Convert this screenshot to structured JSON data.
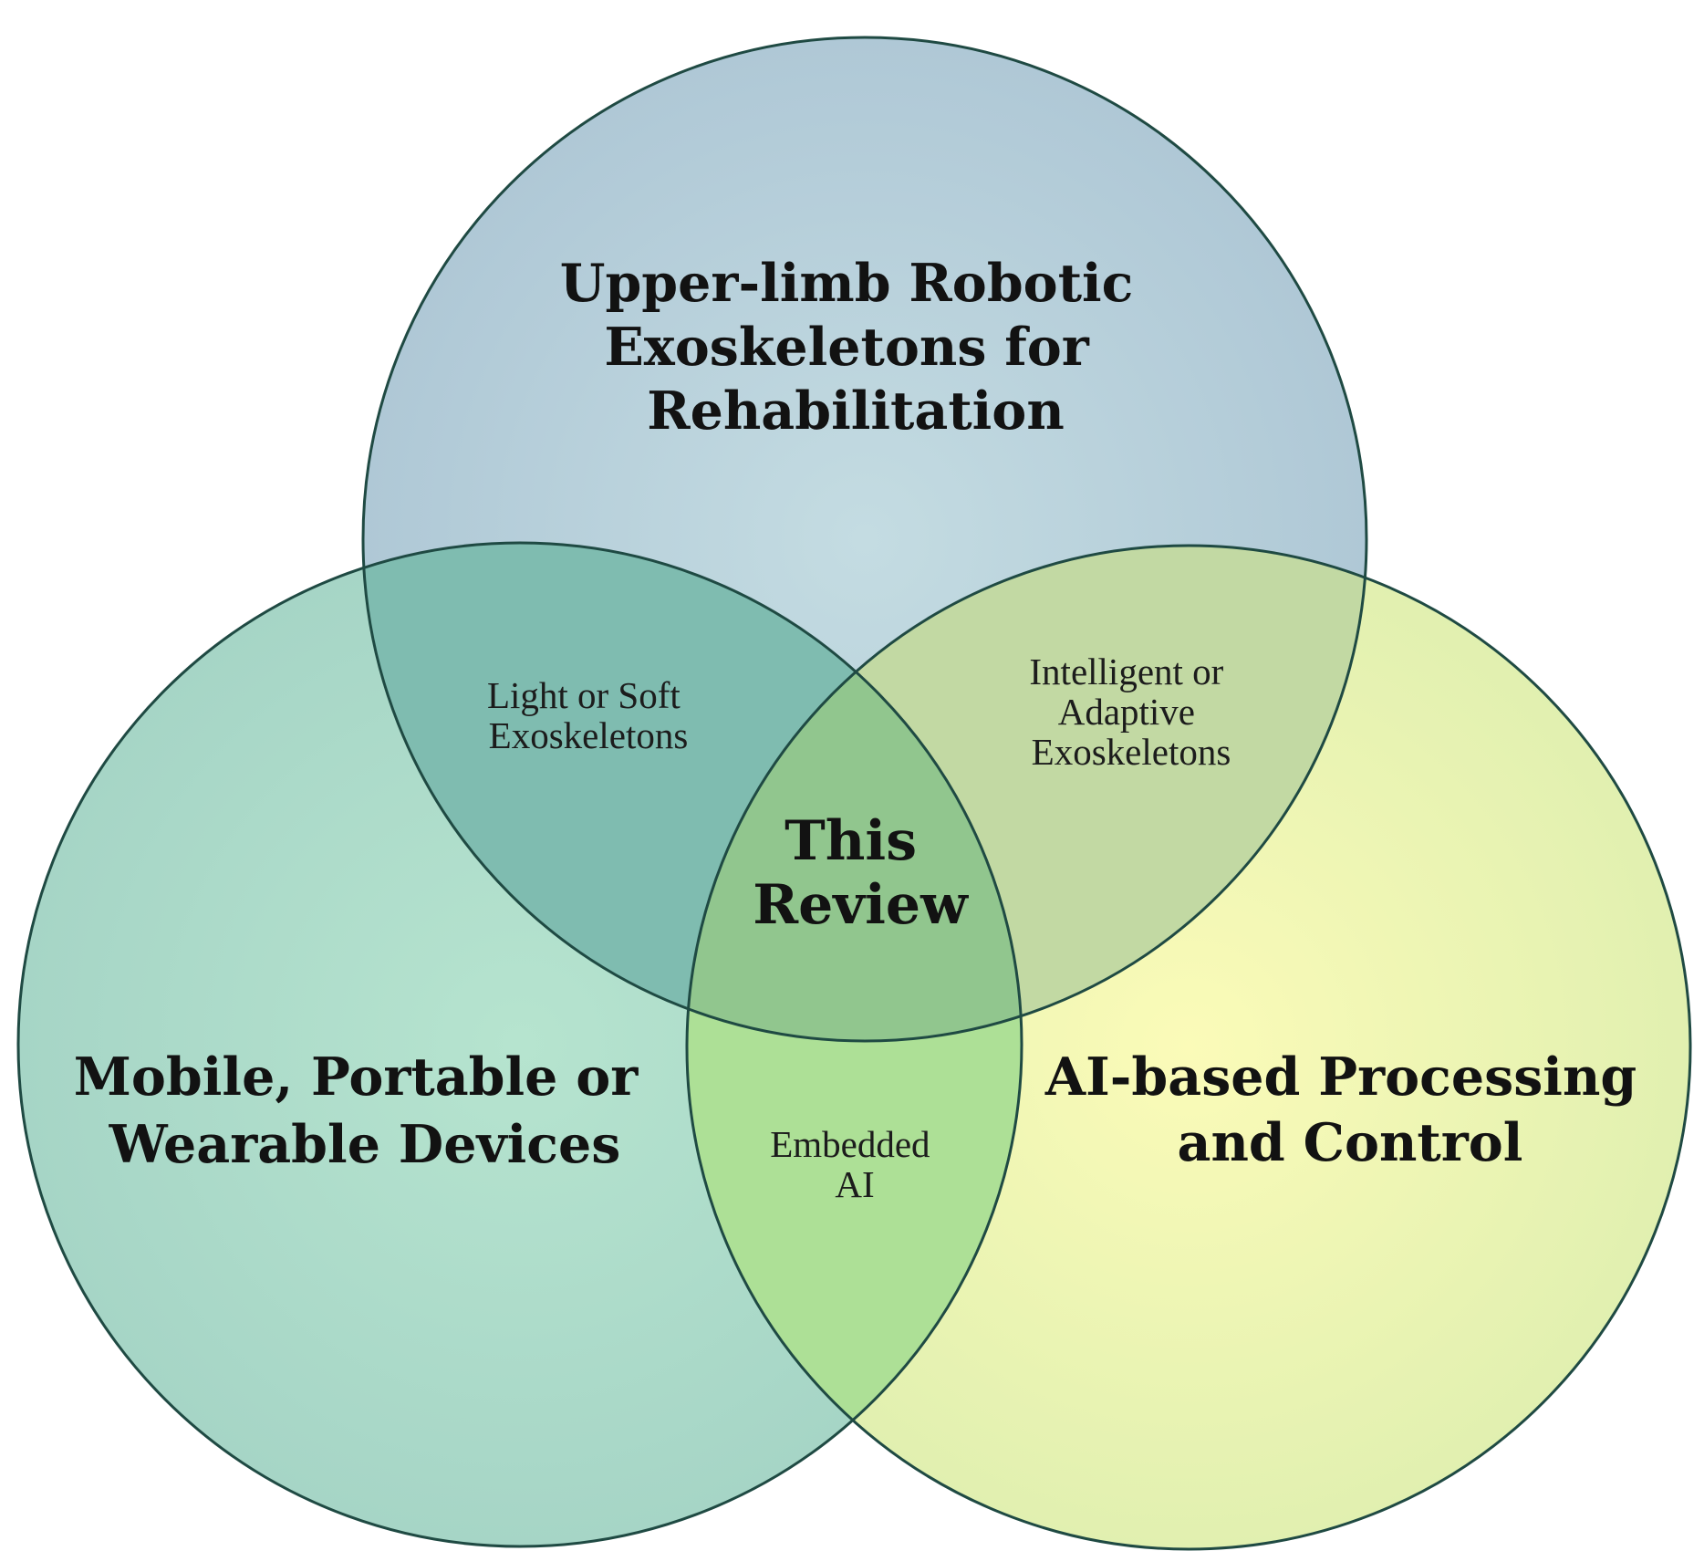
{
  "sets": {
    "top": {
      "lines": [
        "Upper-limb Robotic",
        "Exoskeletons for",
        "Rehabilitation"
      ],
      "fill_light": "#c4dce2",
      "fill_dark": "#afc8d6",
      "stroke": "#1f4a43"
    },
    "left": {
      "lines": [
        "Mobile, Portable or",
        "Wearable Devices"
      ],
      "fill_light": "#b6e4cf",
      "fill_dark": "#a6d5c6",
      "stroke": "#1f4a43"
    },
    "right": {
      "lines": [
        "AI-based Processing",
        "and Control"
      ],
      "fill_light": "#fbfbb8",
      "fill_dark": "#e1f0b0",
      "stroke": "#1f4a43"
    }
  },
  "overlaps": {
    "top_left": {
      "lines": [
        "Light or Soft",
        "Exoskeletons"
      ],
      "fill": "#7fbcb0"
    },
    "top_right": {
      "lines": [
        "Intelligent or",
        "Adaptive",
        "Exoskeletons"
      ],
      "fill": "#c2d9a3"
    },
    "left_right": {
      "lines": [
        "Embedded",
        "AI"
      ],
      "fill": "#ade096"
    },
    "center": {
      "lines": [
        "This",
        "Review"
      ],
      "fill": "#91c68e"
    }
  }
}
